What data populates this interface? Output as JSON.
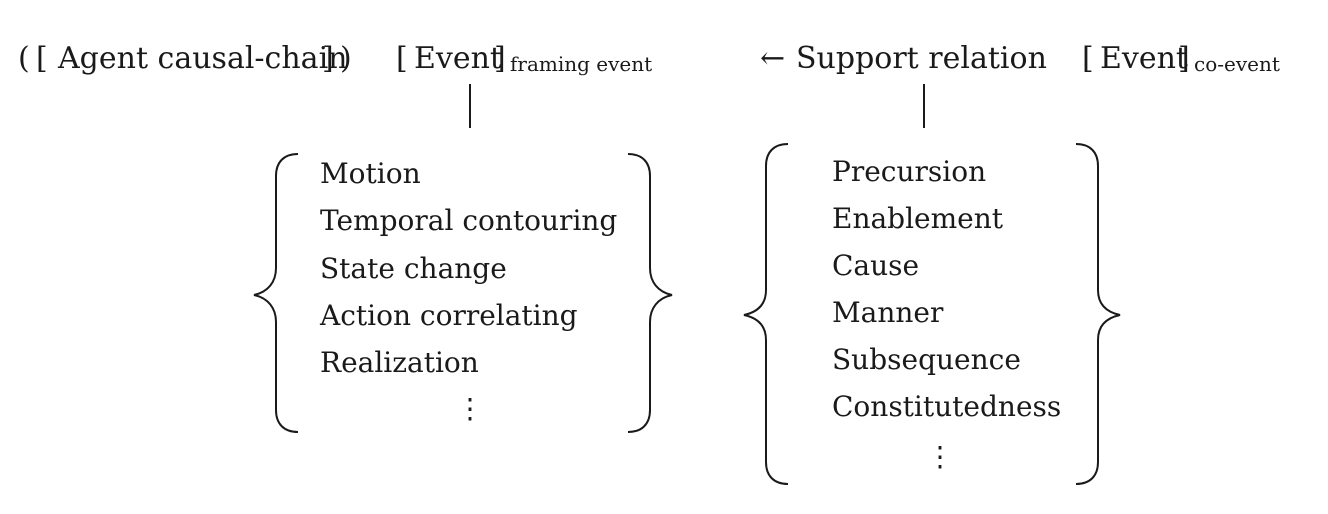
{
  "header": {
    "agent_open": "(",
    "agent_bracket_open": "[",
    "agent_label": "Agent causal-chain",
    "agent_bracket_close": "]",
    "agent_close": ")",
    "framing_bracket_open": "[",
    "framing_label": "Event",
    "framing_bracket_close": "]",
    "framing_subscript": "framing event",
    "support_arrow": "←",
    "support_label": "Support relation",
    "coevent_bracket_open": "[",
    "coevent_label": "Event",
    "coevent_bracket_close": "]",
    "coevent_subscript": "co-event"
  },
  "framing_types": {
    "items": [
      "Motion",
      "Temporal contouring",
      "State change",
      "Action correlating",
      "Realization"
    ],
    "continuation": "⋮"
  },
  "support_types": {
    "items": [
      "Precursion",
      "Enablement",
      "Cause",
      "Manner",
      "Subsequence",
      "Constitutedness"
    ],
    "continuation": "⋮"
  },
  "colors": {
    "ink": "#1a1a1a",
    "background": "#ffffff"
  }
}
